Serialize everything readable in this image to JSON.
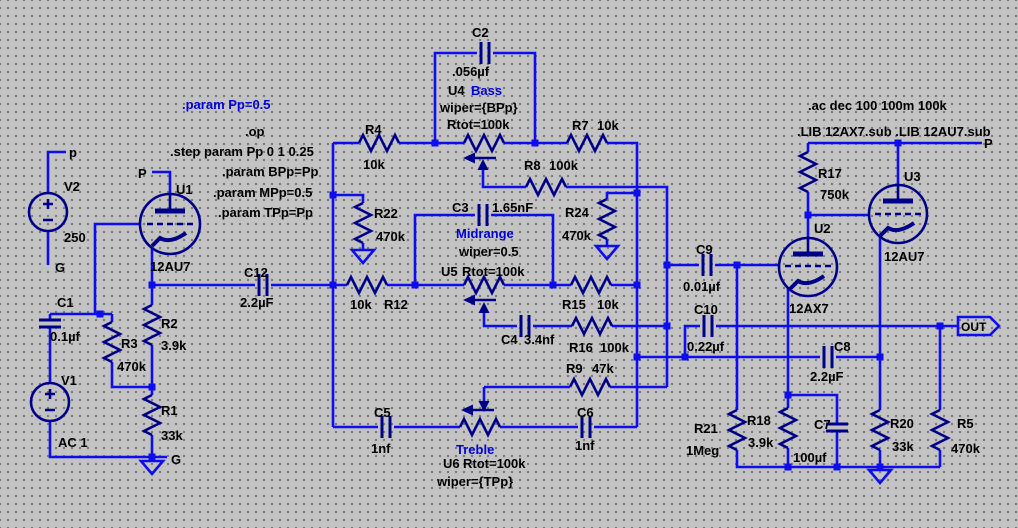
{
  "colors": {
    "background": "#c3c3c3",
    "grid_dot": "#787878",
    "wire": "#0d0dee",
    "symbol": "#000088",
    "text": "#000000",
    "blue_text": "#0202d8"
  },
  "directives": {
    "param_pp": ".param Pp=0.5",
    "op": ".op",
    "step": ".step param Pp 0 1 0.25",
    "param_bpp": ".param BPp=Pp",
    "param_mpp": ".param MPp=0.5",
    "param_tpp": ".param TPp=Pp",
    "ac": ".ac dec 100 100m 100k",
    "lib": ".LIB 12AX7.sub .LIB 12AU7.sub"
  },
  "flags": {
    "v2_top": "p",
    "v2_bottom": "G",
    "u1_plate": "P",
    "ground": "G",
    "top_right": "P",
    "out": "OUT"
  },
  "components": {
    "v2": {
      "name": "V2",
      "value": "250"
    },
    "v1": {
      "name": "V1",
      "value": "AC 1"
    },
    "c1": {
      "name": "C1",
      "value": "0.1µf"
    },
    "r3": {
      "name": "R3",
      "value": "470k"
    },
    "u1": {
      "name": "U1",
      "type": "12AU7"
    },
    "r2": {
      "name": "R2",
      "value": "3.9k"
    },
    "r1": {
      "name": "R1",
      "value": "33k"
    },
    "c12": {
      "name": "C12",
      "value": "2.2µF"
    },
    "r4": {
      "name": "R4",
      "value": "10k"
    },
    "r22": {
      "name": "R22",
      "value": "470k"
    },
    "r12": {
      "name": "R12",
      "value": "10k"
    },
    "c2": {
      "name": "C2",
      "value": ".056µf"
    },
    "u4": {
      "name": "U4",
      "title": "Bass",
      "wiper": "wiper={BPp}",
      "rtot": "Rtot=100k"
    },
    "r7": {
      "name": "R7",
      "value": "10k"
    },
    "r8": {
      "name": "R8",
      "value": "100k"
    },
    "c3": {
      "name": "C3",
      "value": "1.65nF"
    },
    "u5": {
      "name": "U5",
      "title": "Midrange",
      "wiper": "wiper=0.5",
      "rtot": "Rtot=100k"
    },
    "r24": {
      "name": "R24",
      "value": "470k"
    },
    "r15": {
      "name": "R15",
      "value": "10k"
    },
    "c4": {
      "name": "C4",
      "value": "3.4nf"
    },
    "r16": {
      "name": "R16",
      "value": "100k"
    },
    "r9": {
      "name": "R9",
      "value": "47k"
    },
    "c5": {
      "name": "C5",
      "value": "1nf"
    },
    "u6": {
      "name": "U6",
      "title": "Treble",
      "wiper": "wiper={TPp}",
      "rtot": "Rtot=100k"
    },
    "c6": {
      "name": "C6",
      "value": "1nf"
    },
    "c9": {
      "name": "C9",
      "value": "0.01µf"
    },
    "c10": {
      "name": "C10",
      "value": "0.22µf"
    },
    "r17": {
      "name": "R17",
      "value": "750k"
    },
    "u2": {
      "name": "U2",
      "type": "12AX7"
    },
    "u3": {
      "name": "U3",
      "type": "12AU7"
    },
    "c8": {
      "name": "C8",
      "value": "2.2µF"
    },
    "r21": {
      "name": "R21",
      "value": "1Meg"
    },
    "r18": {
      "name": "R18",
      "value": "3.9k"
    },
    "c7": {
      "name": "C7",
      "value": "100µf"
    },
    "r20": {
      "name": "R20",
      "value": "33k"
    },
    "r5": {
      "name": "R5",
      "value": "470k"
    }
  }
}
